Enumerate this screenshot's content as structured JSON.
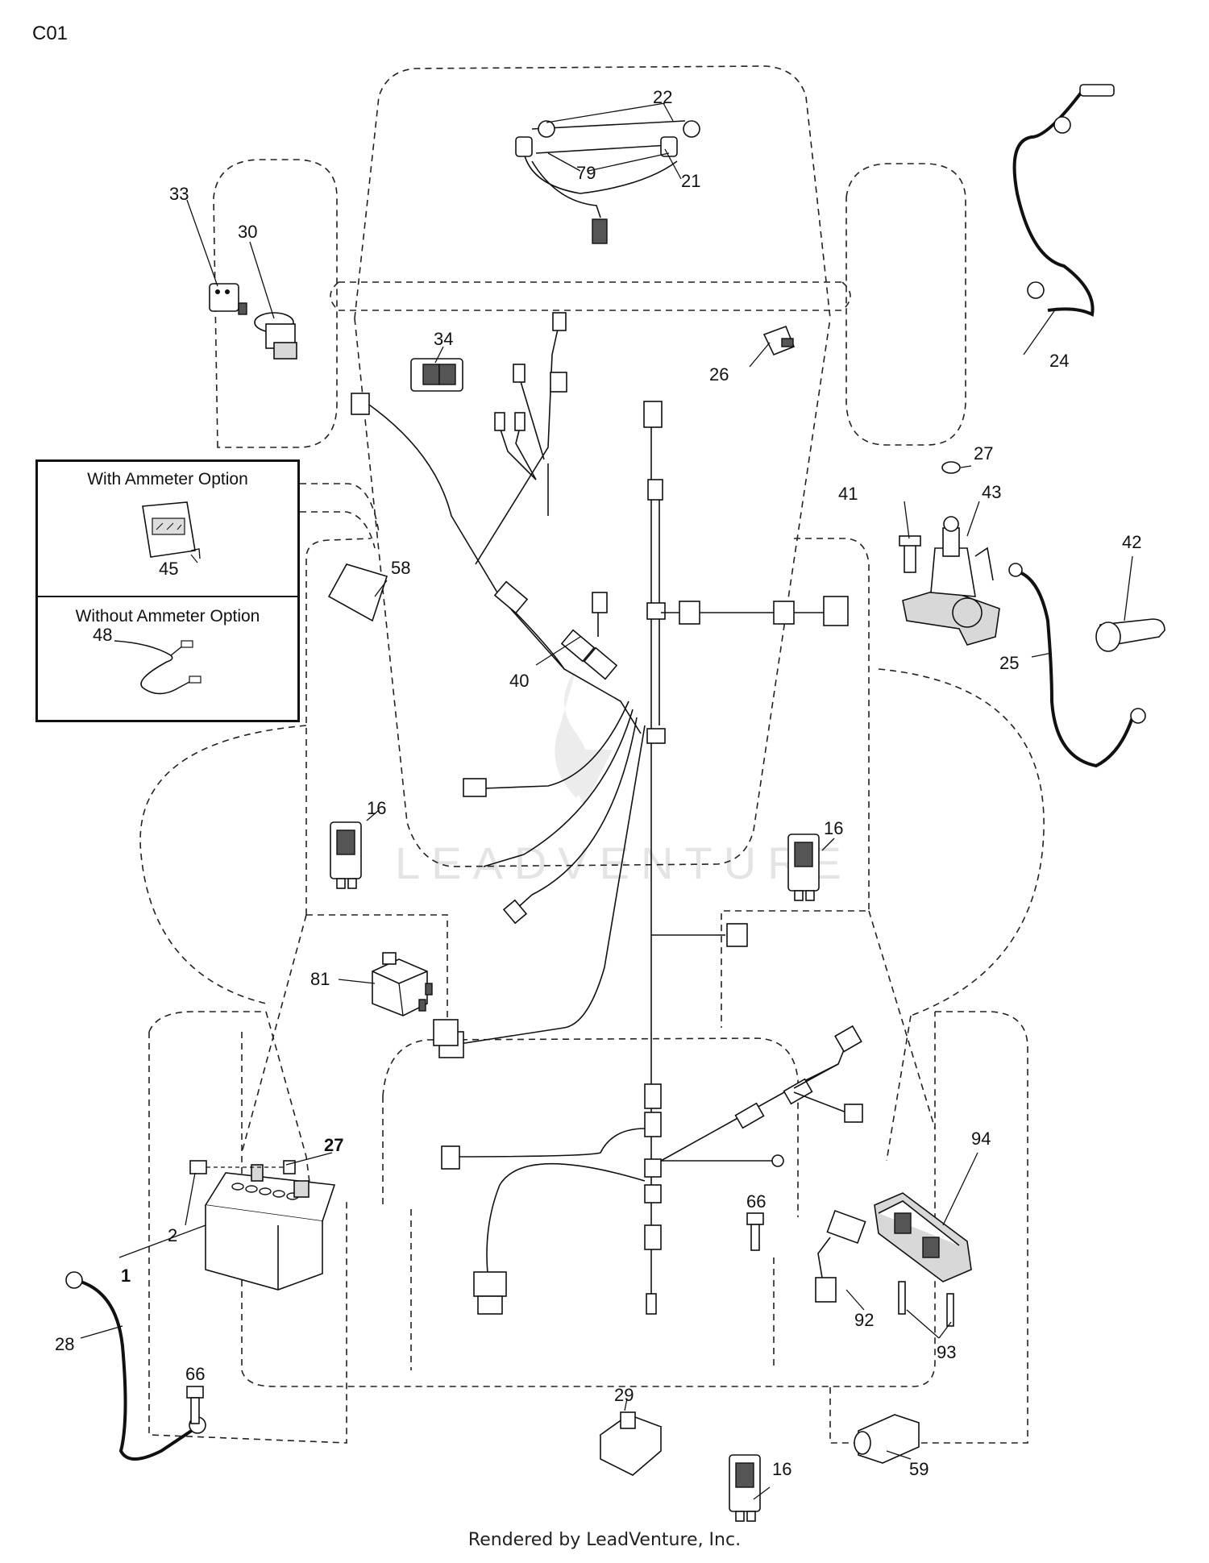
{
  "diagram": {
    "code": "C01",
    "footer": "Rendered by LeadVenture, Inc.",
    "watermark": "LEADVENTURE",
    "option_box": {
      "with_title": "With Ammeter Option",
      "without_title": "Without Ammeter Option"
    },
    "callouts": {
      "p1": "1",
      "p2": "2",
      "p16a": "16",
      "p16b": "16",
      "p16c": "16",
      "p21": "21",
      "p22": "22",
      "p24": "24",
      "p25": "25",
      "p26": "26",
      "p27a": "27",
      "p27b": "27",
      "p28": "28",
      "p29": "29",
      "p30": "30",
      "p33": "33",
      "p34": "34",
      "p40": "40",
      "p41": "41",
      "p42": "42",
      "p43": "43",
      "p45": "45",
      "p48": "48",
      "p58": "58",
      "p59": "59",
      "p66a": "66",
      "p66b": "66",
      "p79": "79",
      "p81": "81",
      "p92": "92",
      "p93": "93",
      "p94": "94"
    }
  }
}
